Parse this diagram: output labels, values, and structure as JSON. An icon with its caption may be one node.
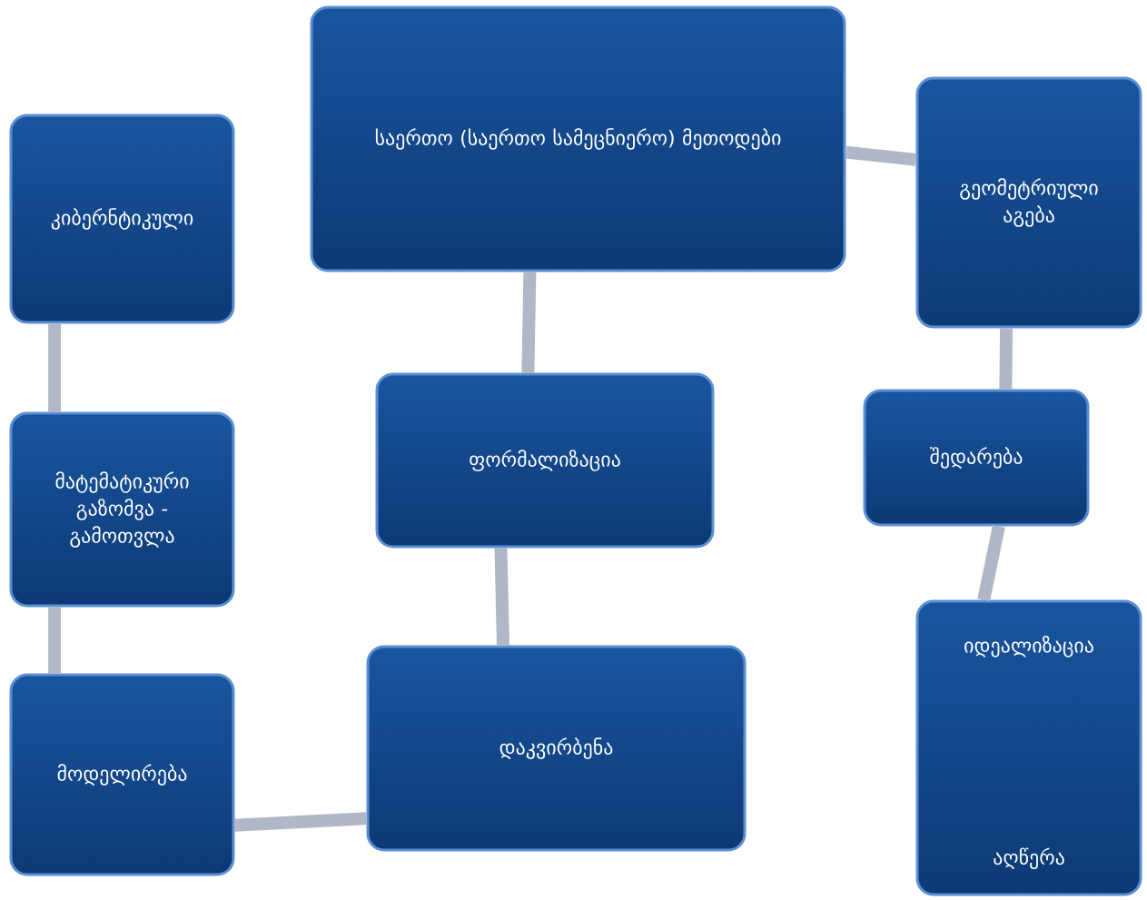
{
  "diagram": {
    "nodes": [
      {
        "text": [
          "საერთო (საერთო სამეცნიერო) მეთოდები"
        ]
      },
      {
        "text": [
          "კიბერნტიკული"
        ]
      },
      {
        "text": [
          "მატემატიკური გაზომვა - გამოთვლა"
        ]
      },
      {
        "text": [
          "მოდელირება"
        ]
      },
      {
        "text": [
          "ფორმალიზაცია"
        ]
      },
      {
        "text": [
          "დაკვირბენა"
        ]
      },
      {
        "text": [
          "გეომეტრიული აგება"
        ]
      },
      {
        "text": [
          "შედარება"
        ]
      },
      {
        "text": [
          "იდეალიზაცია",
          "აღწერა"
        ]
      }
    ],
    "edges": [
      {
        "from": 0,
        "to": 4,
        "arrow": "none"
      },
      {
        "from": 4,
        "to": 5,
        "arrow": "none"
      },
      {
        "from": 1,
        "to": 2,
        "arrow": "none"
      },
      {
        "from": 2,
        "to": 3,
        "arrow": "none"
      },
      {
        "from": 3,
        "to": 5,
        "arrow": "none"
      },
      {
        "from": 0,
        "to": 6,
        "arrow": "none"
      },
      {
        "from": 6,
        "to": 7,
        "arrow": "none"
      },
      {
        "from": 7,
        "to": 8,
        "arrow": "none"
      }
    ]
  }
}
